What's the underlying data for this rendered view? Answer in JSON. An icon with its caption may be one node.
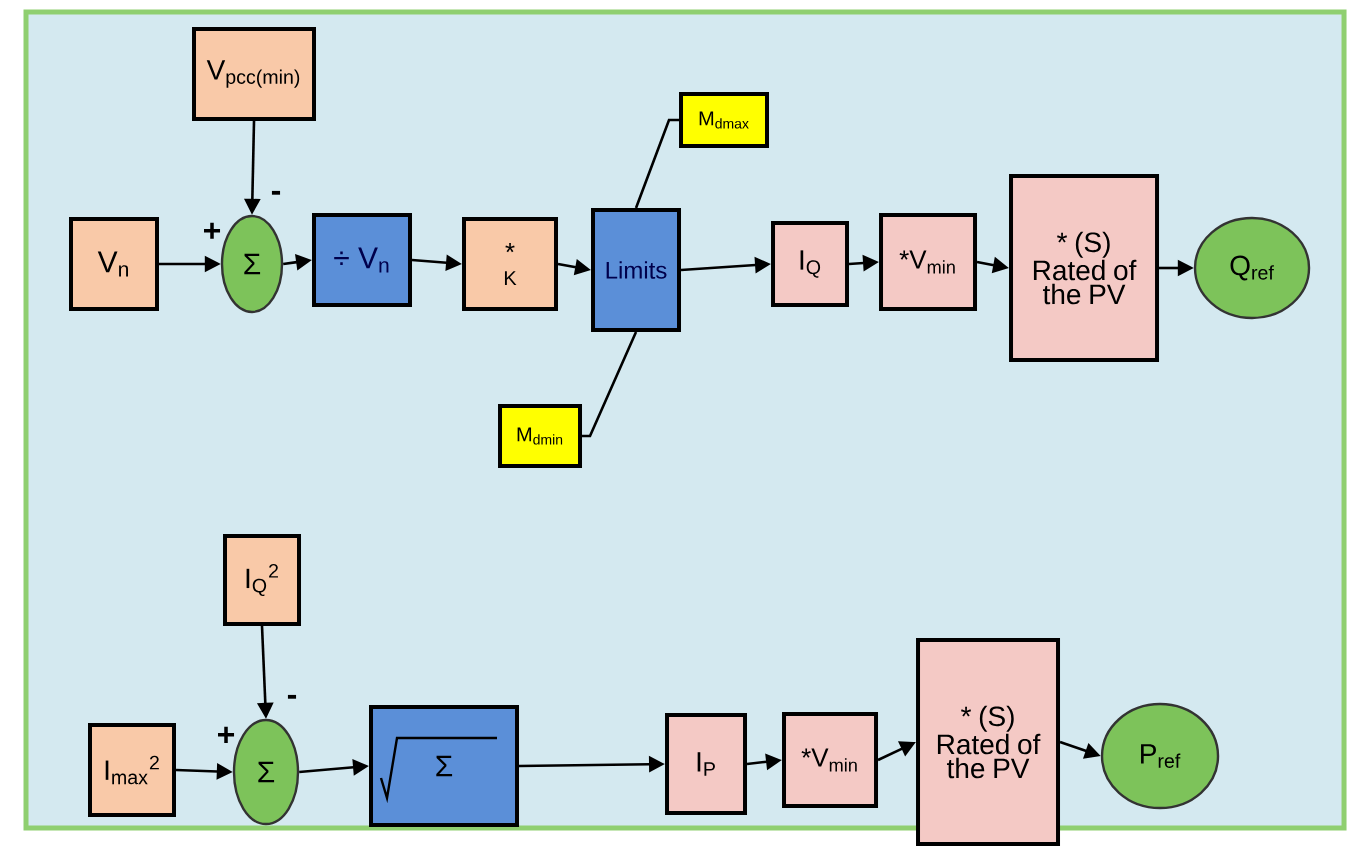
{
  "diagram": {
    "nodes": [
      {
        "text": [
          "V$_{pcc(min)}$"
        ]
      },
      {
        "text": [
          "V$_{n}$"
        ]
      },
      {
        "text": [
          "Σ"
        ]
      },
      {
        "text": [
          "÷ V$_{n}$"
        ]
      },
      {
        "text": [
          "*",
          "K"
        ]
      },
      {
        "text": [
          "Limits"
        ]
      },
      {
        "text": [
          "M$_{dmax}$"
        ]
      },
      {
        "text": [
          "M$_{dmin}$"
        ]
      },
      {
        "text": [
          "I$_{Q}$"
        ]
      },
      {
        "text": [
          "*V$_{min}$"
        ]
      },
      {
        "text": [
          "* (S) Rated of the PV"
        ]
      },
      {
        "text": [
          "Q$_{ref}$"
        ]
      },
      {
        "text": [
          "I$_{Q}$$^{2}$"
        ]
      },
      {
        "text": [
          "I$_{max}$$^{2}$"
        ]
      },
      {
        "text": [
          "Σ"
        ]
      },
      {
        "text": [
          "Σ"
        ]
      },
      {
        "text": [
          "I$_{P}$"
        ]
      },
      {
        "text": [
          "*V$_{min}$"
        ]
      },
      {
        "text": [
          "* (S) Rated of the PV"
        ]
      },
      {
        "text": [
          "P$_{ref}$"
        ]
      }
    ],
    "edges": [
      {
        "from": 0,
        "to": 2,
        "arrow": "to",
        "label": "-"
      },
      {
        "from": 1,
        "to": 2,
        "arrow": "to",
        "label": "+"
      },
      {
        "from": 2,
        "to": 3,
        "arrow": "to"
      },
      {
        "from": 3,
        "to": 4,
        "arrow": "to"
      },
      {
        "from": 4,
        "to": 5,
        "arrow": "to"
      },
      {
        "from": 6,
        "to": 5,
        "arrow": "none"
      },
      {
        "from": 7,
        "to": 5,
        "arrow": "none"
      },
      {
        "from": 5,
        "to": 8,
        "arrow": "to"
      },
      {
        "from": 8,
        "to": 9,
        "arrow": "to"
      },
      {
        "from": 9,
        "to": 10,
        "arrow": "to"
      },
      {
        "from": 10,
        "to": 11,
        "arrow": "to"
      },
      {
        "from": 12,
        "to": 14,
        "arrow": "to",
        "label": "-"
      },
      {
        "from": 13,
        "to": 14,
        "arrow": "to",
        "label": "+"
      },
      {
        "from": 14,
        "to": 15,
        "arrow": "to"
      },
      {
        "from": 15,
        "to": 16,
        "arrow": "to"
      },
      {
        "from": 16,
        "to": 17,
        "arrow": "to"
      },
      {
        "from": 17,
        "to": 18,
        "arrow": "to"
      },
      {
        "from": 18,
        "to": 19,
        "arrow": "to"
      }
    ]
  }
}
